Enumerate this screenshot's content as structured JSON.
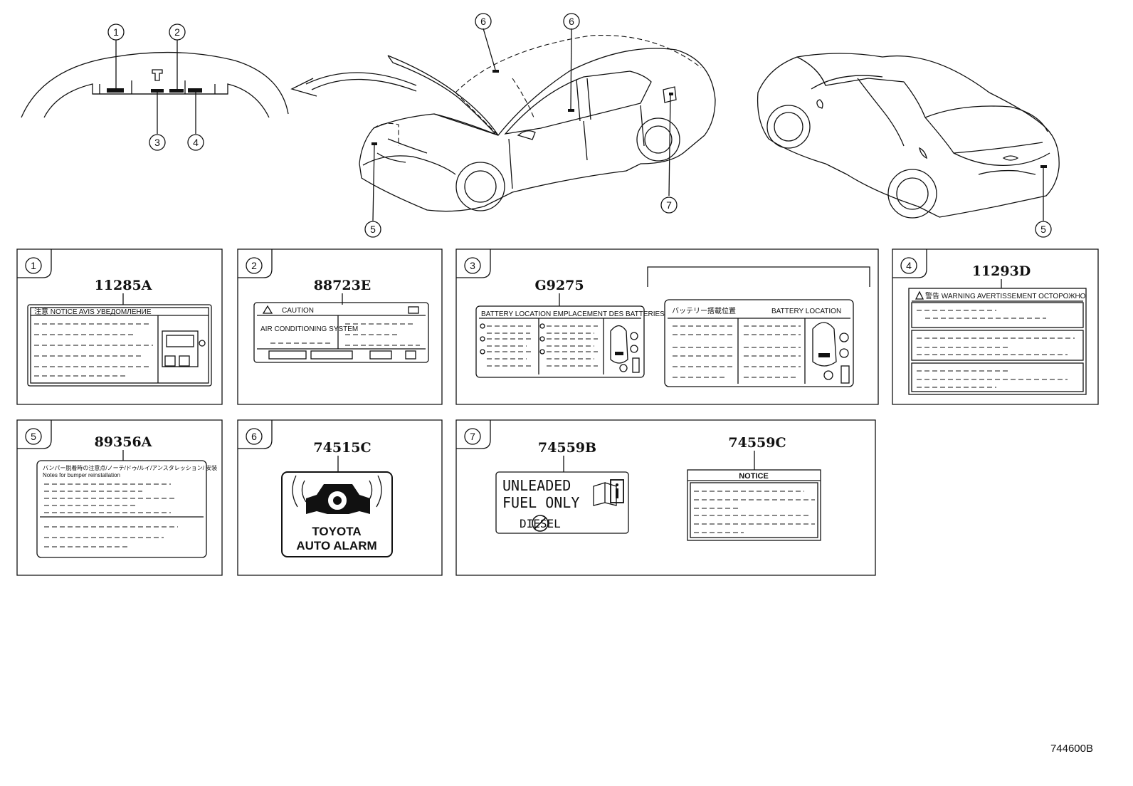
{
  "callouts": [
    "1",
    "2",
    "3",
    "4",
    "5",
    "6",
    "7"
  ],
  "panels": [
    {
      "index": "1",
      "part_number": "11285A",
      "label_header": "注意  NOTICE  AVIS  УВЕДОМЛЕНИЕ"
    },
    {
      "index": "2",
      "part_number": "88723E",
      "label_header": "CAUTION",
      "label_line": "AIR CONDITIONING SYSTEM"
    },
    {
      "index": "3",
      "part_number": "G9275",
      "label_header": "BATTERY LOCATION   EMPLACEMENT DES BATTERIES",
      "label_header_2": "バッテリー搭載位置",
      "label_header_3": "BATTERY LOCATION"
    },
    {
      "index": "4",
      "part_number": "11293D",
      "label_header": "警告  WARNING  AVERTISSEMENT  ОСТОРОЖНО"
    },
    {
      "index": "5",
      "part_number": "89356A",
      "label_header": "バンパー脱着時の注意点/ノーテ/ドゥ/ルイ/アンスタレッション/ 安装",
      "label_line": "Notes for bumper reinstallation"
    },
    {
      "index": "6",
      "part_number": "74515C",
      "label_line_1": "TOYOTA",
      "label_line_2": "AUTO ALARM"
    },
    {
      "index": "7",
      "part_number": "74559B",
      "part_number_2": "74559C",
      "label_line_1": "UNLEADED",
      "label_line_2": "FUEL ONLY",
      "label_line_3": "DIESEL",
      "notice": "NOTICE"
    }
  ],
  "reference_code": "744600B"
}
